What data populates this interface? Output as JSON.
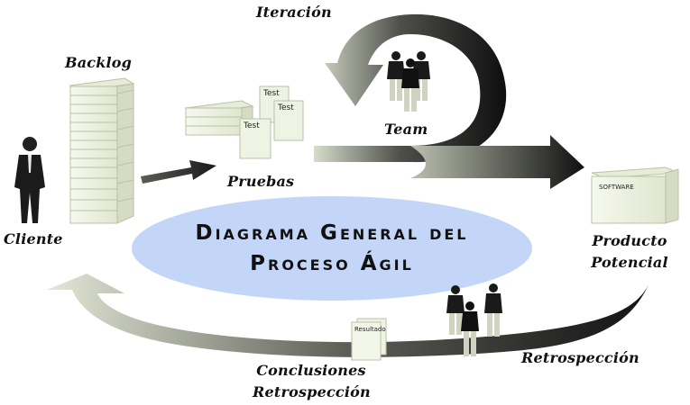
{
  "title": {
    "line1": "Diagrama General del",
    "line2": "Proceso Ágil"
  },
  "labels": {
    "backlog": "Backlog",
    "iteracion": "Iteración",
    "team": "Team",
    "pruebas": "Pruebas",
    "cliente": "Cliente",
    "producto_line1": "Producto",
    "producto_line2": "Potencial",
    "retrospeccion": "Retrospección",
    "conclusiones_line1": "Conclusiones",
    "conclusiones_line2": "Retrospección"
  },
  "documents": {
    "test_labels": [
      "Test",
      "Test",
      "Test"
    ],
    "resultado": "Resultado",
    "software": "SOFTWARE"
  },
  "colors": {
    "ellipse_fill": "#c4d6f7",
    "arrow_light": "#dfe4d2",
    "arrow_dark": "#0d0d0d",
    "stack_fill": "#eef3e4",
    "stack_edge": "#b9c2a8"
  }
}
